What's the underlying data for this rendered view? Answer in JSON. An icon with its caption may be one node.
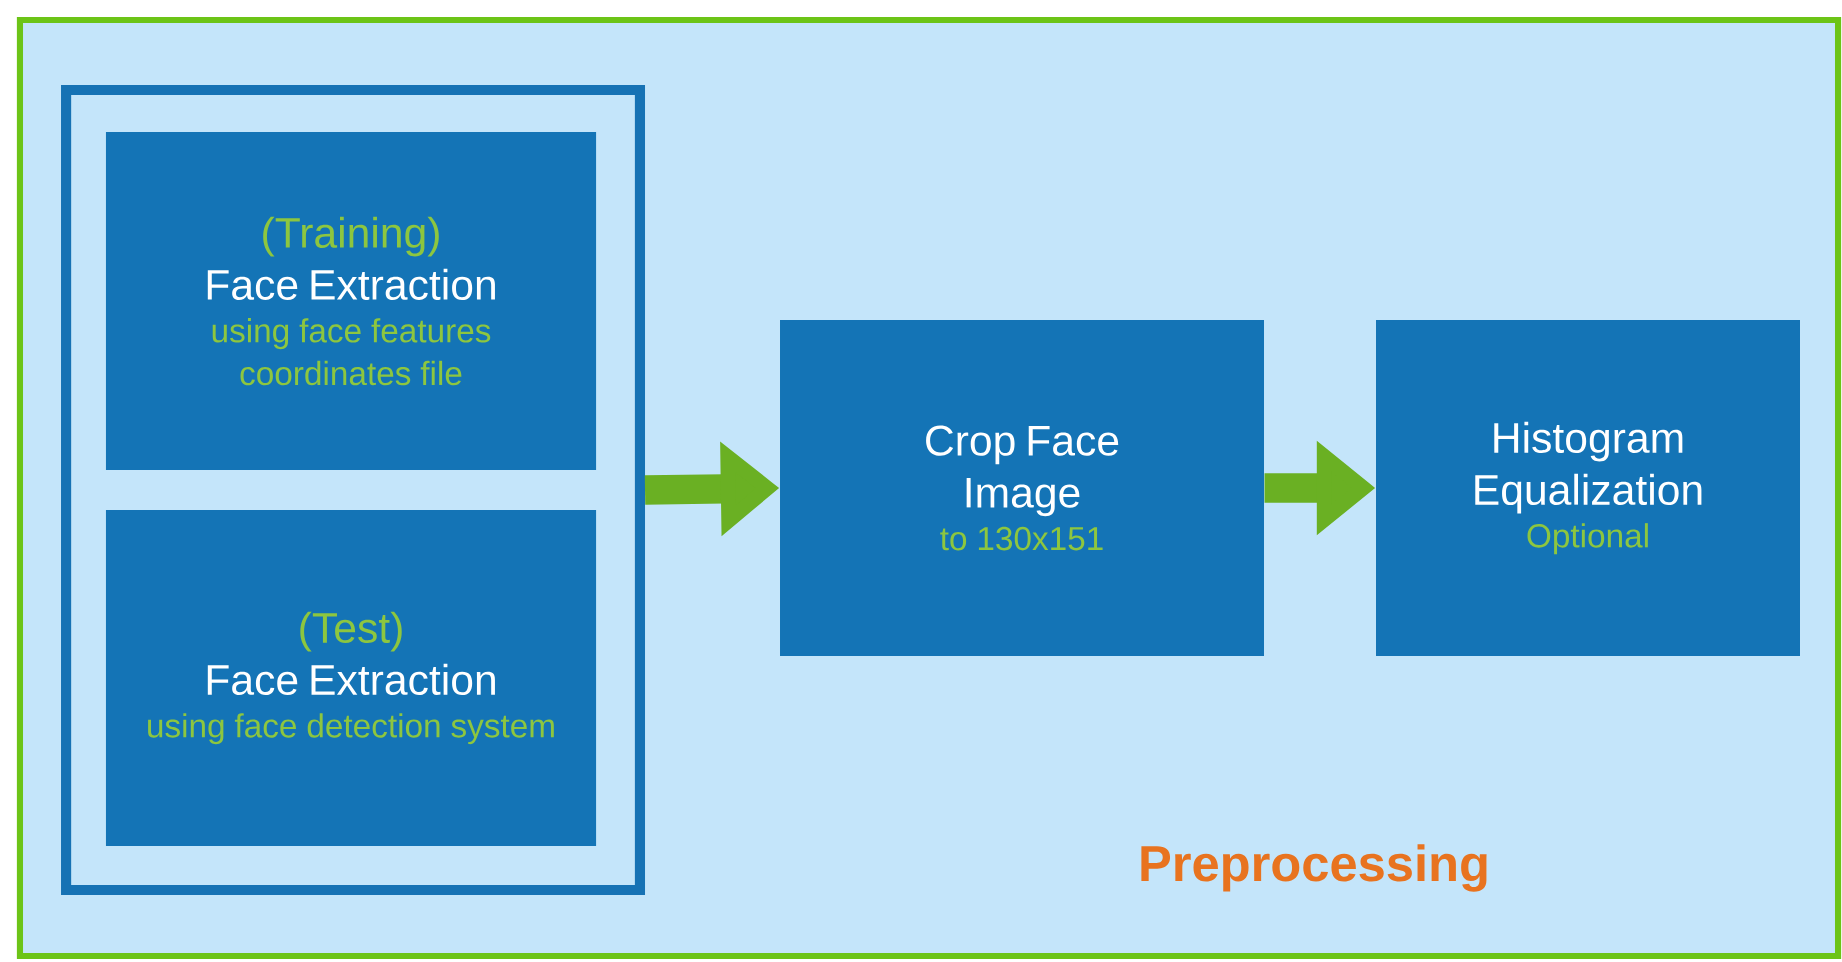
{
  "diagram": {
    "nodes": [
      {
        "text": [
          "Preprocessing"
        ]
      },
      {
        "text": [],
        "shape": "box",
        "in": 0
      },
      {
        "text": [
          "(Training)",
          "Face Extraction",
          "using face features coordinates file"
        ],
        "in": 1
      },
      {
        "text": [
          "(Test)",
          "Face Extraction",
          "using face detection system"
        ],
        "in": 1
      },
      {
        "text": [
          "Crop Face Image",
          "to 130x151"
        ],
        "in": 0
      },
      {
        "text": [
          "Histogram Equalization",
          "Optional"
        ],
        "in": 0
      }
    ],
    "edges": [
      {
        "from": 1,
        "to": 4,
        "arrow": "to"
      },
      {
        "from": 4,
        "to": 5,
        "arrow": "to"
      }
    ]
  }
}
